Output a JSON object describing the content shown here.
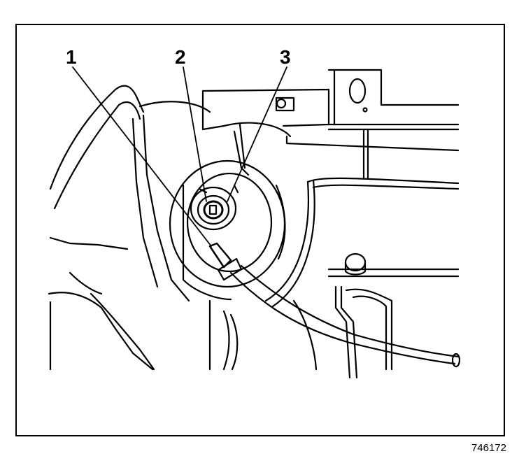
{
  "diagram": {
    "callouts": [
      {
        "label": "1",
        "part": "electrical-connector"
      },
      {
        "label": "2",
        "part": "fuel-sender-lock-ring"
      },
      {
        "label": "3",
        "part": "fuel-tank-opening"
      }
    ],
    "figure_id": "746172"
  },
  "colors": {
    "ink": "#000000",
    "paper": "#ffffff"
  }
}
